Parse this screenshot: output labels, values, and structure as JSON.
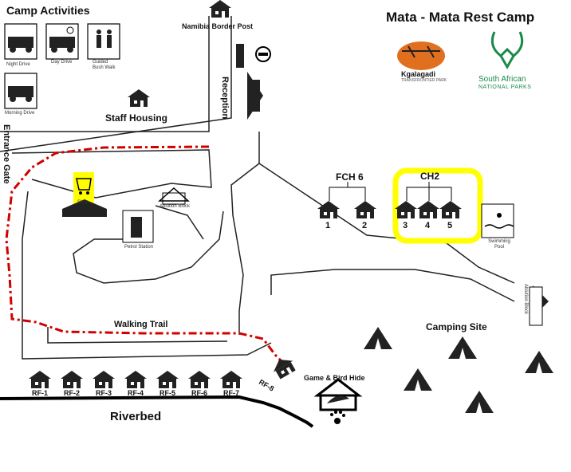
{
  "camp_title": "Mata - Mata Rest Camp",
  "activities": {
    "title": "Camp Activities",
    "items": [
      "Night Drive",
      "Day Drive",
      "Guided Bush Walk",
      "Morning Drive"
    ]
  },
  "places": {
    "border_post": "Namibia Border Post",
    "reception": "Reception",
    "staff_housing": "Staff Housing",
    "entrance_gate": "Entrance Gate",
    "shop": "Shop",
    "ablution_block": "Ablution Block",
    "petrol_station": "Petrol Station",
    "swimming_pool": "Swimming Pool",
    "camping_site": "Camping Site",
    "walking_trail": "Walking Trail",
    "game_hide": "Game & Bird Hide",
    "riverbed": "Riverbed",
    "rf4_side": "RF-8"
  },
  "fch6": {
    "label": "FCH 6",
    "units": [
      "1",
      "2"
    ]
  },
  "ch2": {
    "label": "CH2",
    "units": [
      "3",
      "4",
      "5"
    ]
  },
  "riverfront": [
    "RF-1",
    "RF-2",
    "RF-3",
    "RF-4",
    "RF-5",
    "RF-6",
    "RF-7"
  ],
  "logos": {
    "kgalagadi": "Kgalagadi",
    "kgalagadi_sub": "TRANSFRONTIER PARK",
    "sanparks_1": "South African",
    "sanparks_2": "NATIONAL PARKS"
  },
  "colors": {
    "trail": "#d00000",
    "highlight": "#ffff00",
    "sanparks_green": "#1a8a4a",
    "kgalagadi_orange": "#e07020"
  },
  "icons": [
    "house-icon",
    "tent-icon",
    "night-drive-icon",
    "day-drive-icon",
    "bush-walk-icon",
    "morning-drive-icon",
    "shop-cart-icon",
    "petrol-pump-icon",
    "swimming-icon",
    "bird-hide-icon",
    "paw-print-icon",
    "no-entry-icon"
  ]
}
